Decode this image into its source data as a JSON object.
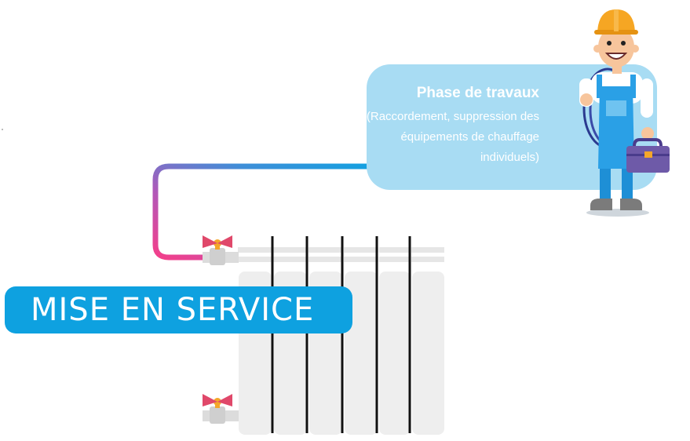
{
  "bubble": {
    "title": "Phase de travaux",
    "desc_lines": [
      "(Raccordement, suppression des",
      "équipements de chauffage",
      "individuels)"
    ]
  },
  "service": {
    "label": "MISE EN SERVICE"
  },
  "colors": {
    "bubble": "#a8dcf3",
    "service": "#0ea1e0",
    "pipe_start": "#f43f8a",
    "pipe_end": "#14a0e0",
    "radiator": "#eeeeee",
    "valve_handle": "#e0486a",
    "valve_cap": "#f4a62a"
  },
  "icons": [
    "radiator-icon",
    "valve-icon",
    "worker-icon",
    "toolbox-icon",
    "pipe-icon"
  ]
}
